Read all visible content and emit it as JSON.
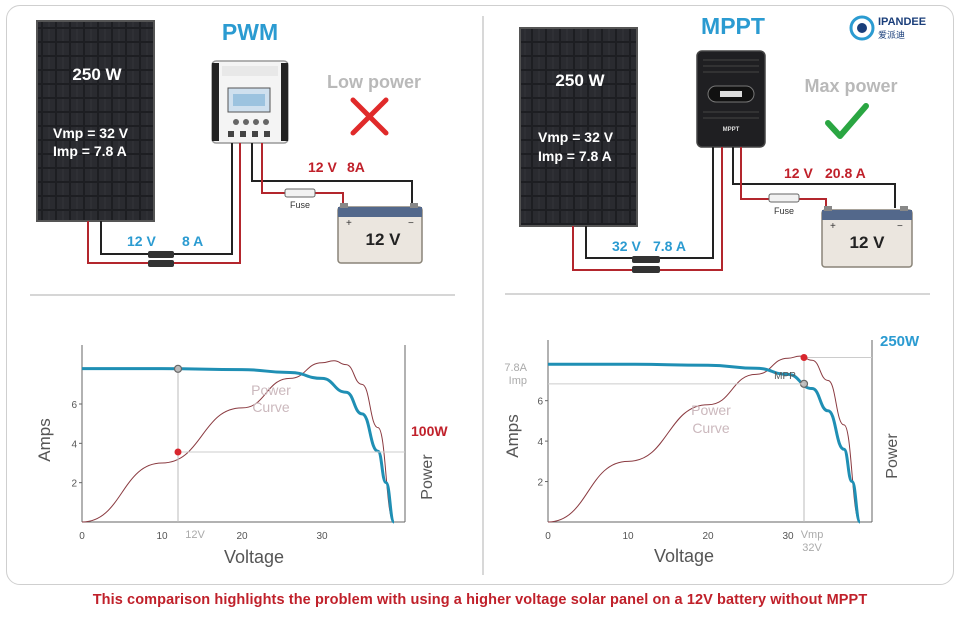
{
  "brand": {
    "name": "IPANDEE",
    "sub": "爱派迪"
  },
  "left": {
    "title": "PWM",
    "status": "Low power",
    "panel": {
      "watts": "250 W",
      "vmp": "Vmp = 32 V",
      "imp": "Imp  = 7.8 A"
    },
    "in_label_v": "12 V",
    "in_label_a": "8 A",
    "out_label_v": "12 V",
    "out_label_a": "8A",
    "fuse": "Fuse",
    "battery": "12 V",
    "chart": {
      "ylabel": "Amps",
      "xlabel": "Voltage",
      "y2label": "Power",
      "curve_label_1": "Power",
      "curve_label_2": "Curve",
      "power_value": "100W",
      "op_label": "12V"
    }
  },
  "right": {
    "title": "MPPT",
    "status": "Max power",
    "panel": {
      "watts": "250 W",
      "vmp": "Vmp = 32 V",
      "imp": "Imp  = 7.8 A"
    },
    "controller": "MPPT",
    "in_label_v": "32 V",
    "in_label_a": "7.8 A",
    "out_label_v": "12 V",
    "out_label_a": "20.8 A",
    "fuse": "Fuse",
    "battery": "12 V",
    "chart": {
      "ylabel": "Amps",
      "xlabel": "Voltage",
      "y2label": "Power",
      "curve_label_1": "Power",
      "curve_label_2": "Curve",
      "power_value": "250W",
      "mpp": "MPP",
      "imp_1": "7.8A",
      "imp_2": "Imp",
      "vmp_1": "Vmp",
      "vmp_2": "32V"
    }
  },
  "footer": "This comparison highlights the problem with using a higher voltage solar panel on a 12V battery without MPPT",
  "colors": {
    "title": "#2b9bd1",
    "wire_red": "#b3262d",
    "iv_curve": "#1f8fb4",
    "power_curve": "#8a3a40",
    "footer": "#c0202a",
    "check": "#2aa642",
    "cross": "#e02a2a"
  },
  "chart_data": [
    {
      "type": "line",
      "ylabel": "Amps",
      "xlabel": "Voltage",
      "y2label": "Power",
      "xlim": [
        0,
        40
      ],
      "ylim": [
        0,
        9
      ],
      "xticks": [
        0,
        10,
        20,
        30
      ],
      "yticks": [
        2,
        4,
        6
      ],
      "series": [
        {
          "values": [
            [
              0,
              7.8
            ],
            [
              10,
              7.8
            ],
            [
              20,
              7.75
            ],
            [
              26,
              7.6
            ],
            [
              30,
              7.3
            ],
            [
              33,
              6.6
            ],
            [
              35,
              5.5
            ],
            [
              37,
              3.6
            ],
            [
              38,
              2.0
            ],
            [
              39,
              0
            ]
          ]
        },
        {
          "values": [
            [
              0,
              0
            ],
            [
              10,
              3.0
            ],
            [
              20,
              5.8
            ],
            [
              26,
              7.3
            ],
            [
              30,
              8.1
            ],
            [
              31.5,
              8.2
            ],
            [
              33,
              8.0
            ],
            [
              35,
              7.0
            ],
            [
              37,
              4.8
            ],
            [
              39,
              0
            ]
          ]
        }
      ],
      "marker_x": 12,
      "marker_x_label": "12V",
      "marker_power": "100W"
    },
    {
      "type": "line",
      "ylabel": "Amps",
      "xlabel": "Voltage",
      "y2label": "Power",
      "xlim": [
        0,
        40
      ],
      "ylim": [
        0,
        9
      ],
      "xticks": [
        0,
        10,
        20,
        30
      ],
      "yticks": [
        2,
        4,
        6
      ],
      "series": [
        {
          "values": [
            [
              0,
              7.8
            ],
            [
              10,
              7.8
            ],
            [
              20,
              7.75
            ],
            [
              26,
              7.6
            ],
            [
              30,
              7.3
            ],
            [
              33,
              6.6
            ],
            [
              35,
              5.5
            ],
            [
              37,
              3.6
            ],
            [
              38,
              2.0
            ],
            [
              39,
              0
            ]
          ]
        },
        {
          "values": [
            [
              0,
              0
            ],
            [
              10,
              3.0
            ],
            [
              20,
              5.8
            ],
            [
              26,
              7.3
            ],
            [
              30,
              8.1
            ],
            [
              31.5,
              8.2
            ],
            [
              33,
              8.0
            ],
            [
              35,
              7.0
            ],
            [
              37,
              4.8
            ],
            [
              39,
              0
            ]
          ]
        }
      ],
      "marker_x": 32,
      "mpp_label": "MPP",
      "marker_power": "250W"
    }
  ]
}
